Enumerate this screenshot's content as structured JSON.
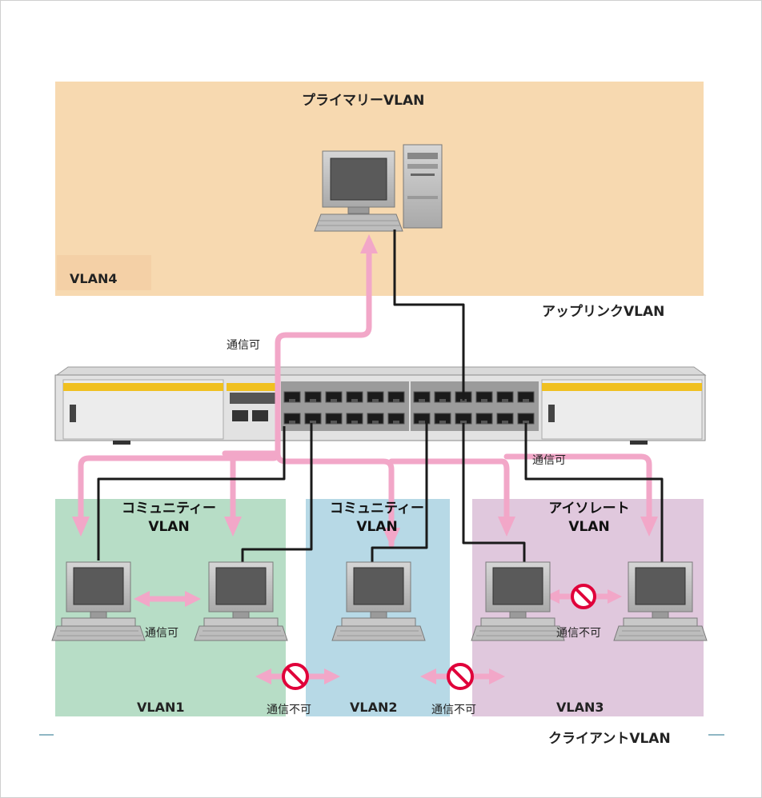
{
  "labels": {
    "primary_vlan": "プライマリーVLAN",
    "vlan4": "VLAN4",
    "uplink_vlan": "アップリンクVLAN",
    "comm_ok_top": "通信可",
    "comm_ok_right": "通信可",
    "comm_ok_vlan1": "通信可",
    "comm_ng_vlan3": "通信不可",
    "comm_ng_left": "通信不可",
    "comm_ng_right": "通信不可",
    "community1_line1": "コミュニティー",
    "community1_line2": "VLAN",
    "community2_line1": "コミュニティー",
    "community2_line2": "VLAN",
    "isolate_line1": "アイソレート",
    "isolate_line2": "VLAN",
    "vlan1": "VLAN1",
    "vlan2": "VLAN2",
    "vlan3": "VLAN3",
    "client_vlan": "クライアントVLAN"
  },
  "colors": {
    "primary_zone": "#f7d9b0",
    "community1_zone": "#b7ddc6",
    "community2_zone": "#b7d9e6",
    "isolate_zone": "#e0c8dd",
    "pink_path": "#f2a7c8",
    "cable": "#1a1a1a",
    "no_sign": "#e0003a",
    "switch_yellow": "#f0c020"
  }
}
